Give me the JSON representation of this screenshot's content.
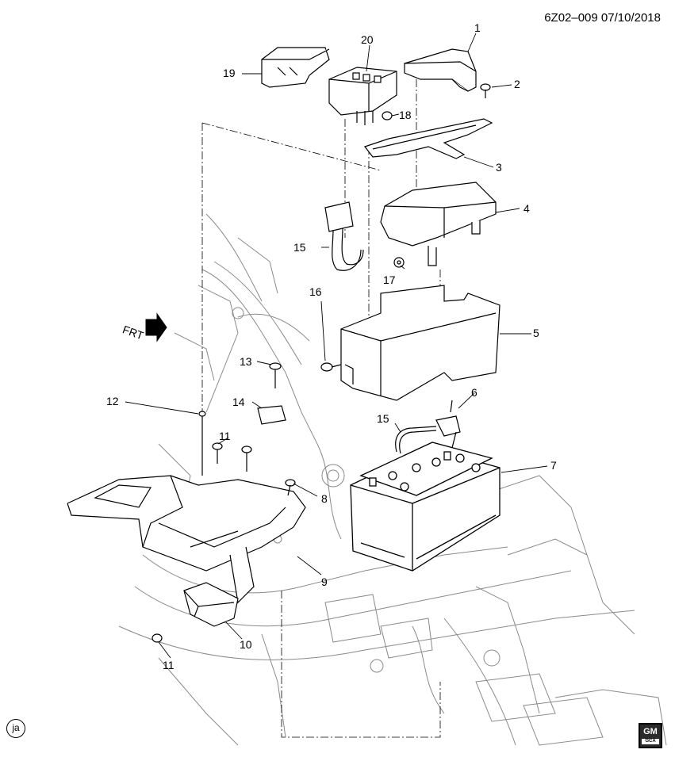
{
  "header": {
    "code_date": "6Z02–009  07/10/2018"
  },
  "front_indicator": {
    "label": "FRT"
  },
  "callouts": [
    {
      "id": "c1",
      "label": "1"
    },
    {
      "id": "c2",
      "label": "2"
    },
    {
      "id": "c3",
      "label": "3"
    },
    {
      "id": "c4",
      "label": "4"
    },
    {
      "id": "c5",
      "label": "5"
    },
    {
      "id": "c6",
      "label": "6"
    },
    {
      "id": "c7",
      "label": "7"
    },
    {
      "id": "c8",
      "label": "8"
    },
    {
      "id": "c9",
      "label": "9"
    },
    {
      "id": "c10",
      "label": "10"
    },
    {
      "id": "c11a",
      "label": "11"
    },
    {
      "id": "c11b",
      "label": "11"
    },
    {
      "id": "c12",
      "label": "12"
    },
    {
      "id": "c13",
      "label": "13"
    },
    {
      "id": "c14",
      "label": "14"
    },
    {
      "id": "c15a",
      "label": "15"
    },
    {
      "id": "c15b",
      "label": "15"
    },
    {
      "id": "c16",
      "label": "16"
    },
    {
      "id": "c17",
      "label": "17"
    },
    {
      "id": "c18",
      "label": "18"
    },
    {
      "id": "c19",
      "label": "19"
    },
    {
      "id": "c20",
      "label": "20"
    }
  ],
  "footer": {
    "badge": "ja",
    "logo_text": "GM",
    "logo_sub": "GCA"
  },
  "colors": {
    "line": "#000000",
    "body_line": "#8a8a8a",
    "background": "#ffffff"
  }
}
